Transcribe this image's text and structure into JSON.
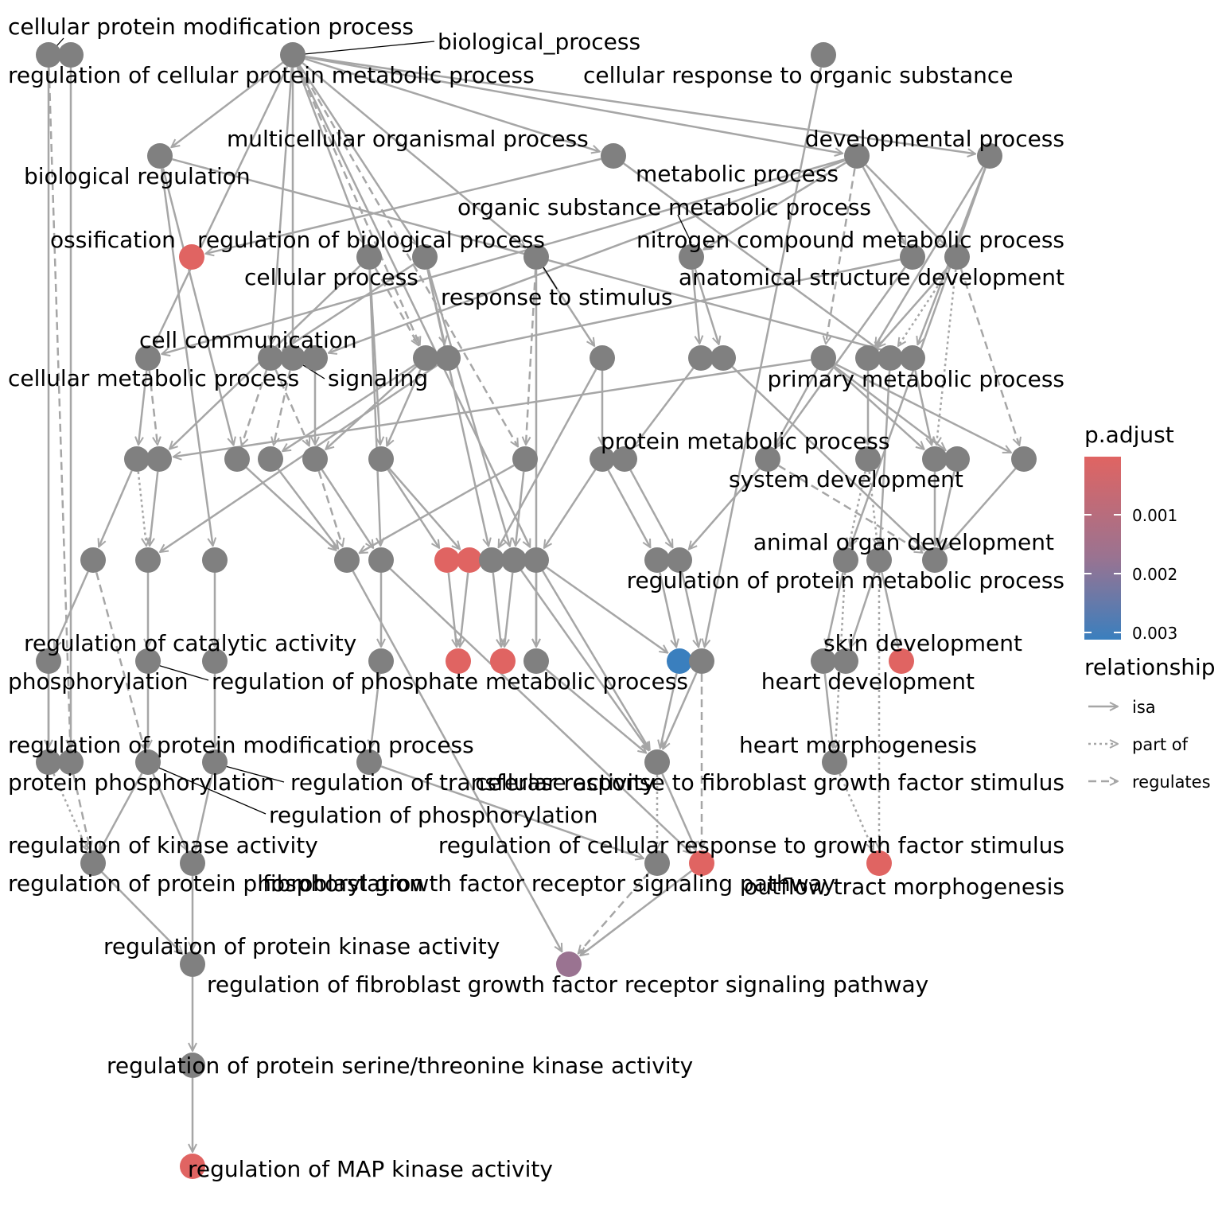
{
  "labels": [
    "cellular protein modification process",
    "biological_process",
    "regulation of cellular protein metabolic process",
    "cellular response to organic substance",
    "multicellular organismal process",
    "developmental process",
    "biological regulation",
    "metabolic process",
    "organic substance metabolic process",
    "ossification",
    "regulation of biological process",
    "nitrogen compound metabolic process",
    "cellular process",
    "anatomical structure development",
    "response to stimulus",
    "cell communication",
    "cellular metabolic process",
    "signaling",
    "primary metabolic process",
    "protein metabolic process",
    "system development",
    "animal organ development",
    "regulation of protein metabolic process",
    "regulation of catalytic activity",
    "skin development",
    "phosphorylation",
    "regulation of phosphate metabolic process",
    "heart development",
    "regulation of protein modification process",
    "heart morphogenesis",
    "protein phosphorylation",
    "regulation of transferase activity",
    "cellular response to fibroblast growth factor stimulus",
    "regulation of phosphorylation",
    "regulation of kinase activity",
    "regulation of cellular response to growth factor stimulus",
    "regulation of protein phosphorylation",
    "fibroblast growth factor receptor signaling pathway",
    "outflow tract morphogenesis",
    "regulation of protein kinase activity",
    "regulation of fibroblast growth factor receptor signaling pathway",
    "regulation of protein serine/threonine kinase activity",
    "regulation of MAP kinase activity"
  ],
  "colors": {
    "node_default": "#808080",
    "edge": "#a6a6a6",
    "leader_line": "#000000",
    "p_high": "#e06462",
    "p_mid": "#9a7391",
    "p_low": "#3a7fbe"
  },
  "legend": {
    "p_title": "p.adjust",
    "p_ticks": [
      "0.001",
      "0.002",
      "0.003"
    ],
    "rel_title": "relationship",
    "rel_items": [
      "isa",
      "part of",
      "regulates"
    ]
  }
}
